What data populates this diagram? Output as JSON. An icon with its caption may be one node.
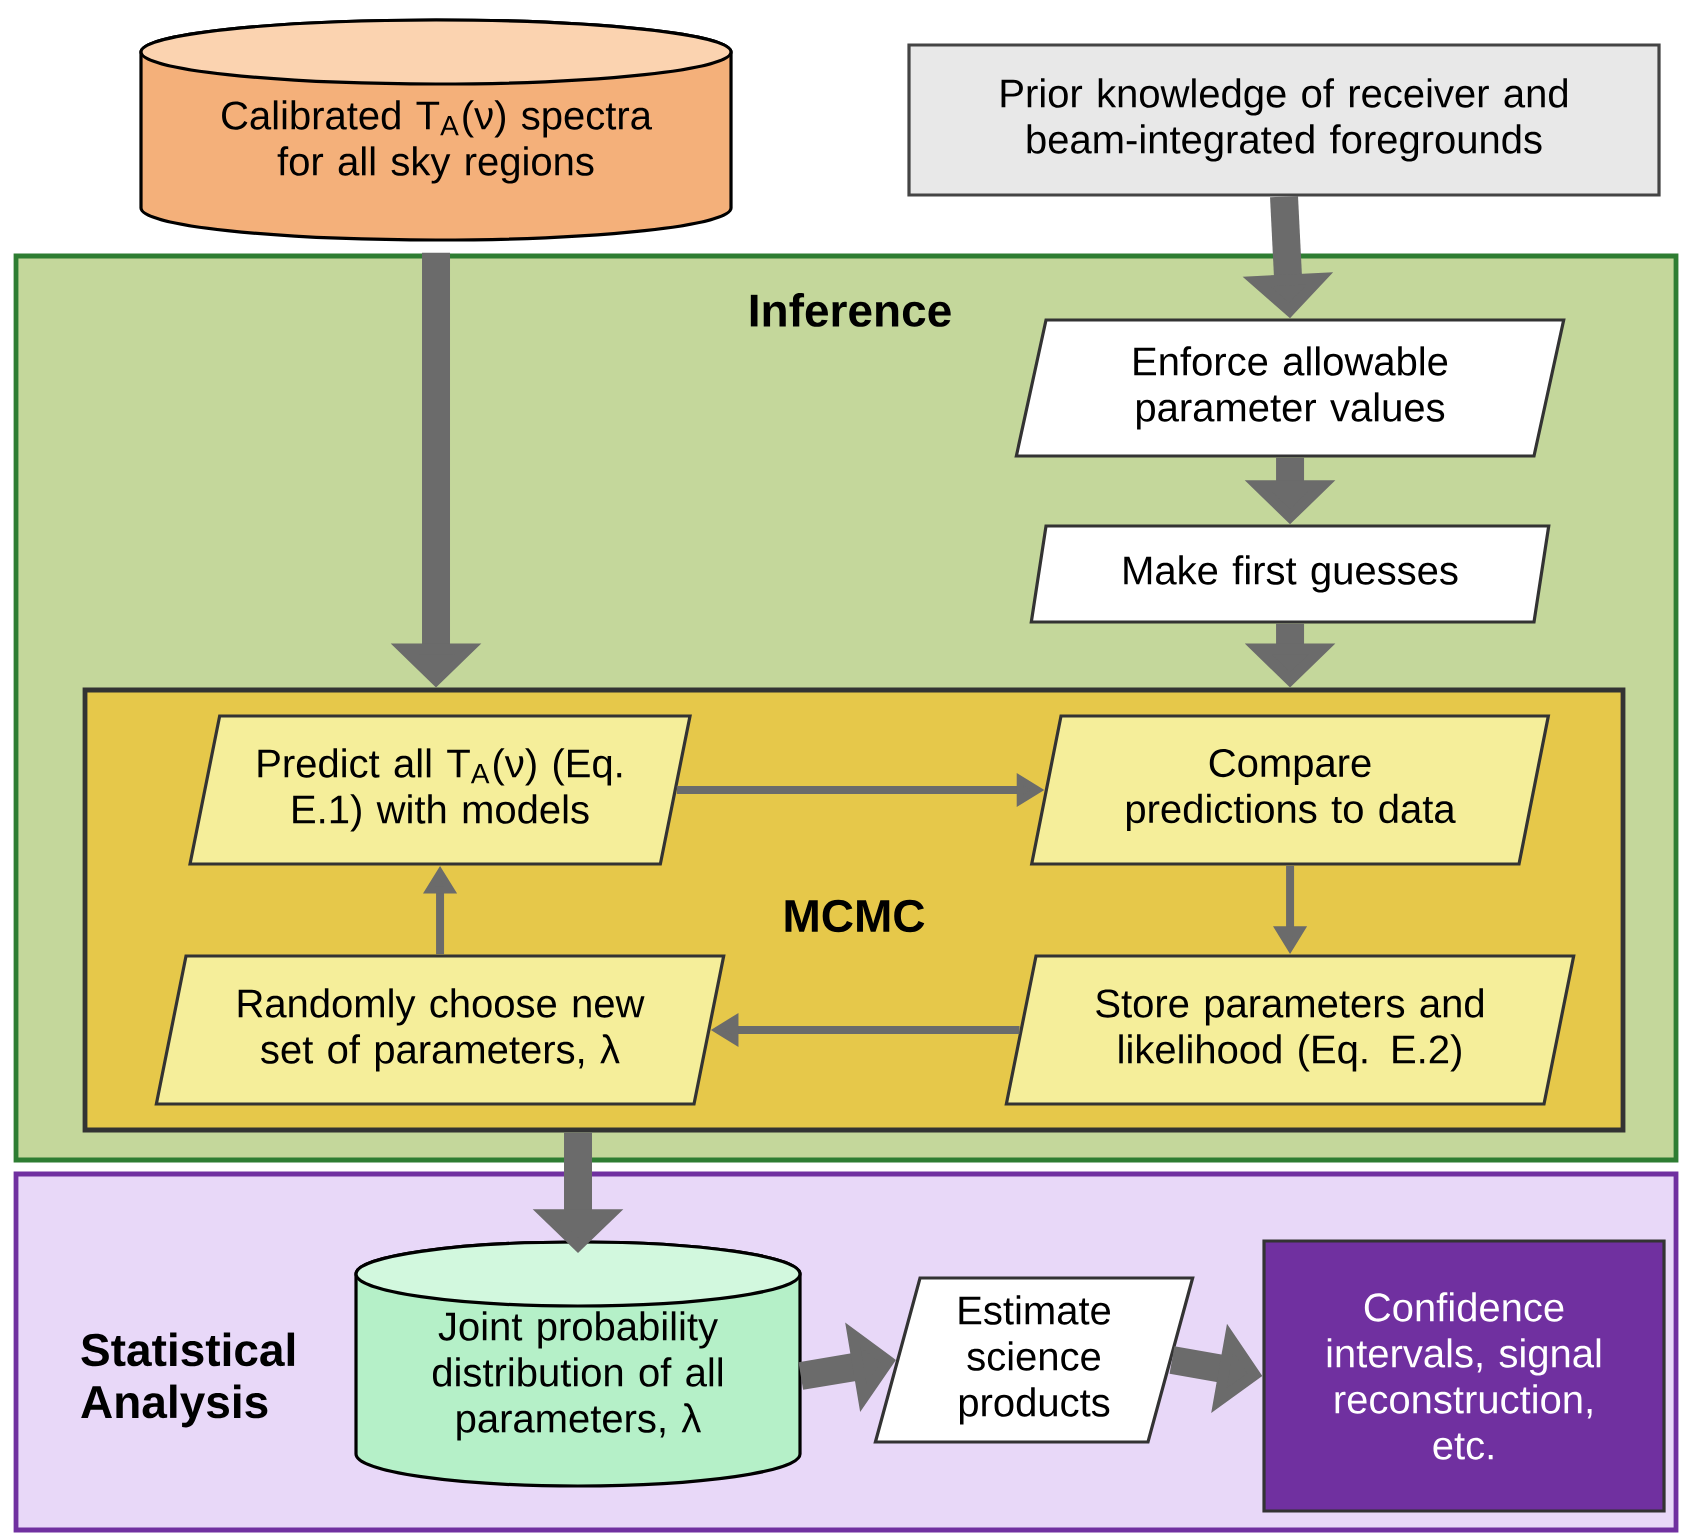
{
  "diagram": {
    "nodes": [
      {
        "text": [
          "Calibrated T$_{A}$(ν) spectra for all sky regions"
        ]
      },
      {
        "text": [
          "Prior knowledge of receiver and beam-integrated foregrounds"
        ]
      },
      {
        "text": [
          "Inference"
        ]
      },
      {
        "text": [
          "Enforce allowable parameter values"
        ],
        "in": 2
      },
      {
        "text": [
          "Make first guesses"
        ],
        "in": 2
      },
      {
        "text": [
          "MCMC"
        ],
        "in": 2
      },
      {
        "text": [
          "Predict all T$_{A}$(ν) (Eq. E.1) with models"
        ],
        "in": 5
      },
      {
        "text": [
          "Compare predictions to data"
        ],
        "in": 5
      },
      {
        "text": [
          "Store parameters and likelihood (Eq. E.2)"
        ],
        "in": 5
      },
      {
        "text": [
          "Randomly choose new set of parameters, λ"
        ],
        "in": 5
      },
      {
        "text": [
          "Statistical Analysis"
        ]
      },
      {
        "text": [
          "Joint probability distribution of all parameters, λ"
        ],
        "in": 10
      },
      {
        "text": [
          "Estimate science products"
        ],
        "in": 10
      },
      {
        "text": [
          "Confidence intervals, signal reconstruction, etc."
        ],
        "in": 10
      }
    ],
    "edges": [
      {
        "from": 0,
        "to": 5,
        "arrow": "to"
      },
      {
        "from": 1,
        "to": 3,
        "arrow": "to"
      },
      {
        "from": 3,
        "to": 4,
        "arrow": "to"
      },
      {
        "from": 4,
        "to": 5,
        "arrow": "to"
      },
      {
        "from": 6,
        "to": 7,
        "arrow": "to"
      },
      {
        "from": 7,
        "to": 8,
        "arrow": "to"
      },
      {
        "from": 8,
        "to": 9,
        "arrow": "to"
      },
      {
        "from": 9,
        "to": 6,
        "arrow": "to"
      },
      {
        "from": 5,
        "to": 11,
        "arrow": "to"
      },
      {
        "from": 11,
        "to": 12,
        "arrow": "to"
      },
      {
        "from": 12,
        "to": 13,
        "arrow": "to"
      }
    ]
  }
}
